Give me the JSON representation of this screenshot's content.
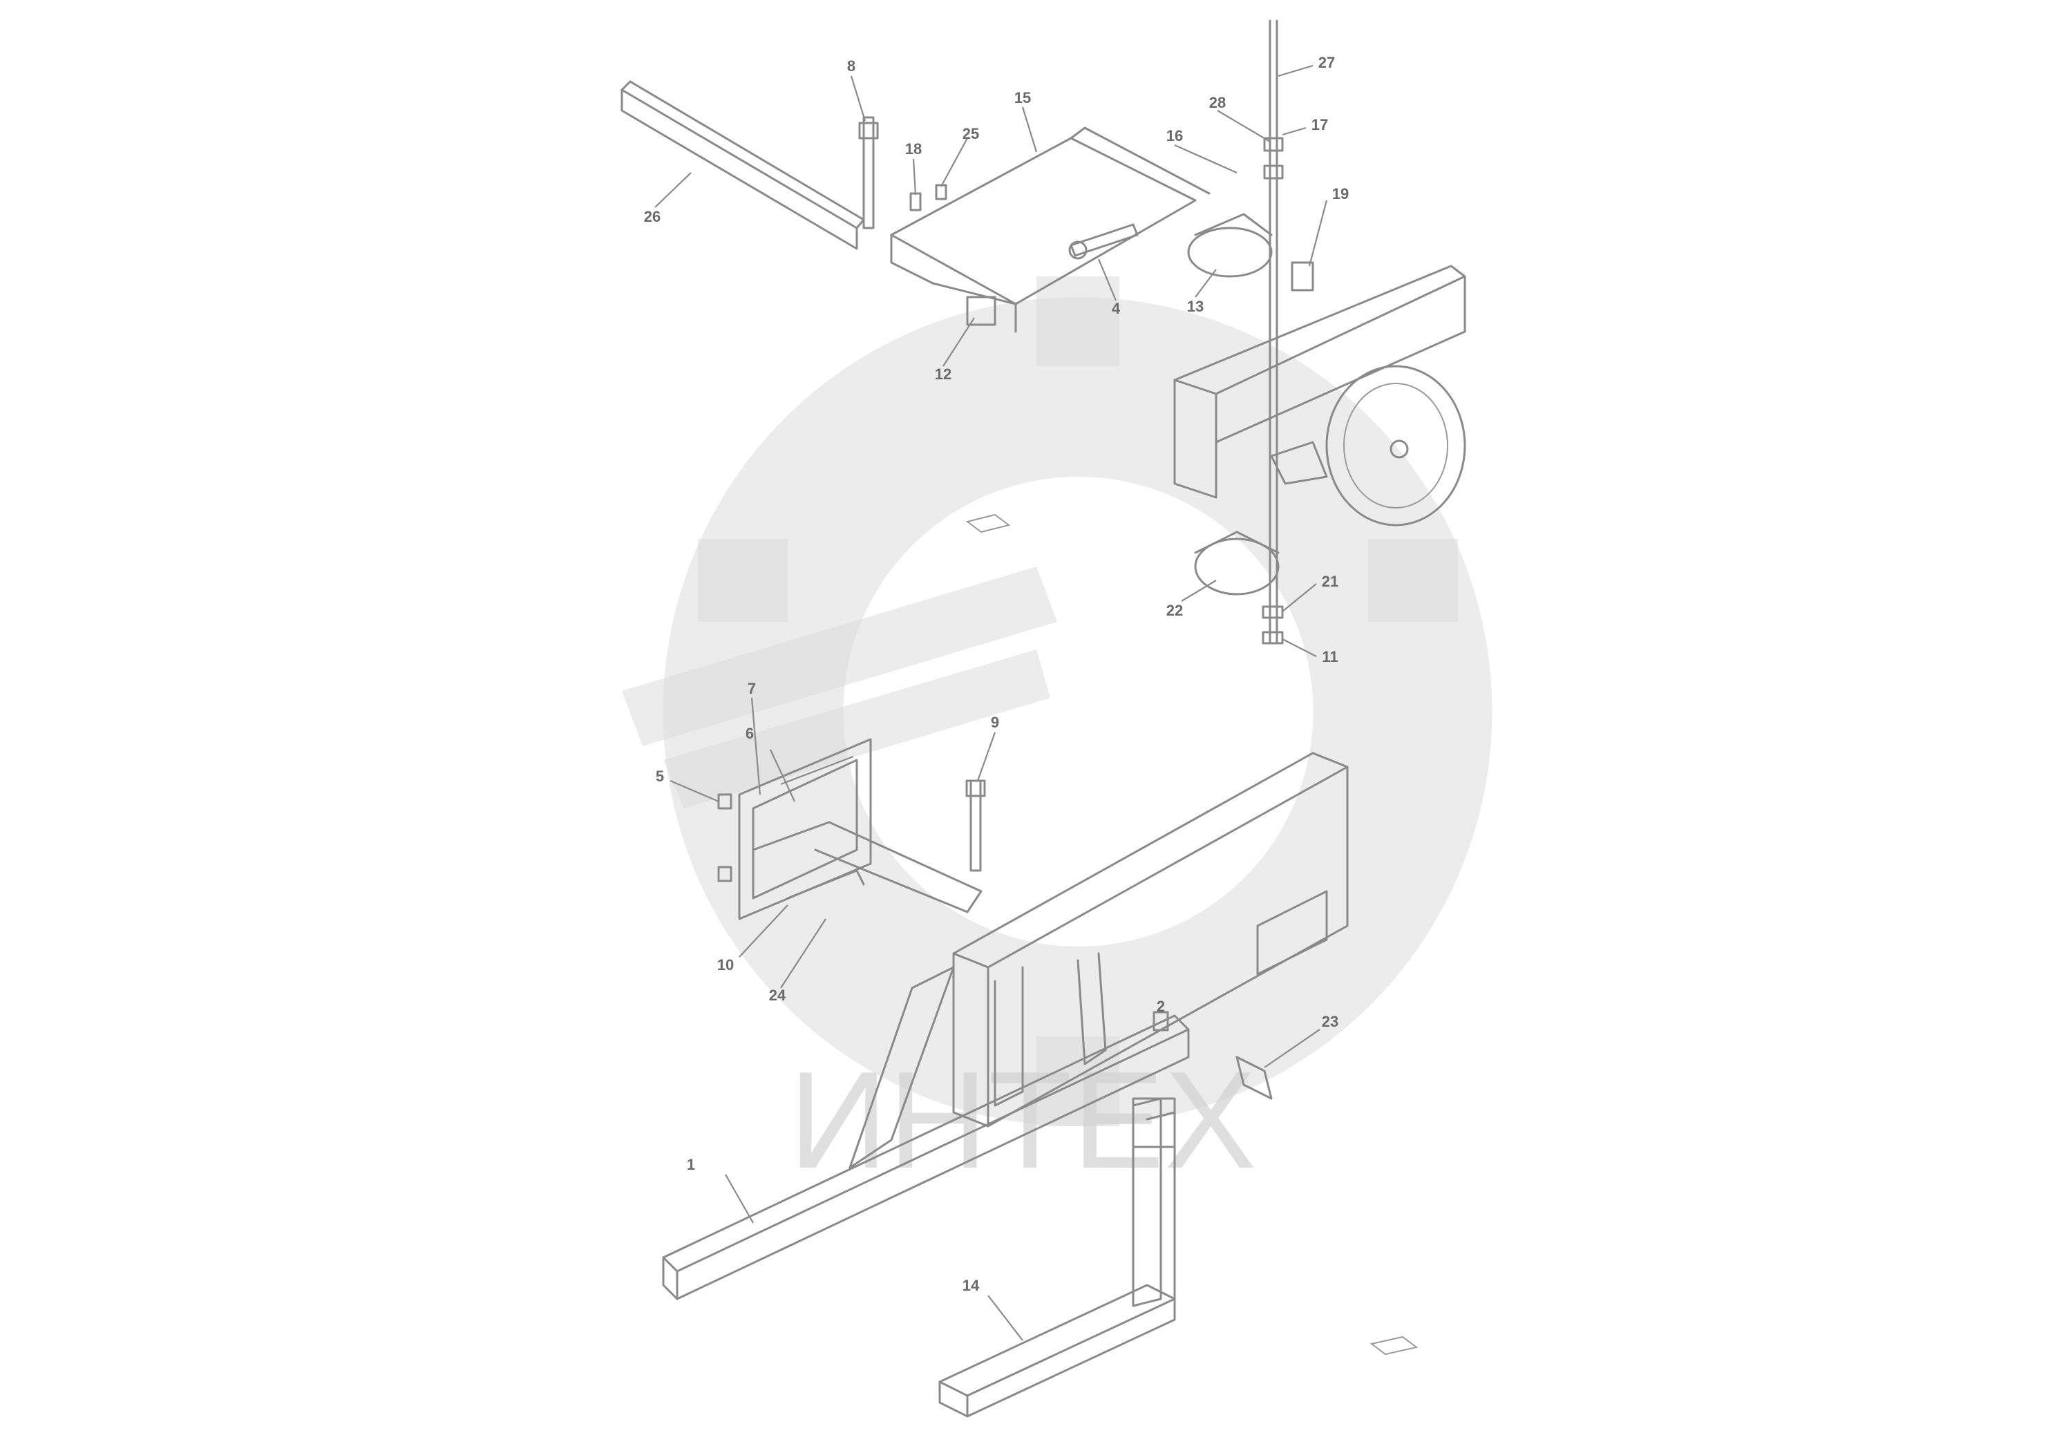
{
  "watermark": {
    "text": "ИНТЕХ"
  },
  "callouts": [
    {
      "text": "8"
    },
    {
      "text": "26"
    },
    {
      "text": "18"
    },
    {
      "text": "25"
    },
    {
      "text": "15"
    },
    {
      "text": "27"
    },
    {
      "text": "28"
    },
    {
      "text": "17"
    },
    {
      "text": "16"
    },
    {
      "text": "19"
    },
    {
      "text": "4"
    },
    {
      "text": "13"
    },
    {
      "text": "12"
    },
    {
      "text": "21"
    },
    {
      "text": "22"
    },
    {
      "text": "11"
    },
    {
      "text": "7"
    },
    {
      "text": "6"
    },
    {
      "text": "5"
    },
    {
      "text": "9"
    },
    {
      "text": "10"
    },
    {
      "text": "24"
    },
    {
      "text": "1"
    },
    {
      "text": "2"
    },
    {
      "text": "23"
    },
    {
      "text": "14"
    }
  ]
}
